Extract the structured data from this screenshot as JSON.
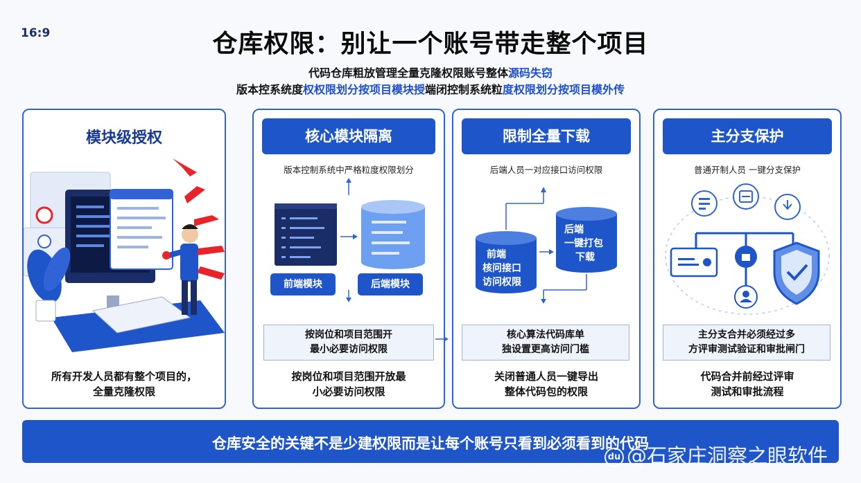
{
  "aspect_label": "16:9",
  "title": "仓库权限：别让一个账号带走整个项目",
  "subtitle_line1": {
    "plain": "代码仓库粗放管理全量克隆权限账号整体",
    "highlight": "源码失窃"
  },
  "subtitle_line2": {
    "plain_a": "版本控系统度",
    "highlight_a": "权权限划分按项目模块授",
    "plain_b": "端闭控制系统粒",
    "highlight_b": "度权限划分按项目模外传"
  },
  "panel1": {
    "title": "模块级授权",
    "bottom_text_1": "所有开发人员都有整个项目的，",
    "bottom_text_2": "全量克隆权限"
  },
  "panel2": {
    "header": "核心模块隔离",
    "caption": "版本控制系统中严格粒度权限划分",
    "left_module": "前端模块",
    "right_module": "后端模块",
    "note_1": "按岗位和项目范围开",
    "note_2": "最小必要访问权限",
    "bottom_text_1": "按岗位和项目范围开放最",
    "bottom_text_2": "小必要访问权限"
  },
  "panel3": {
    "header": "限制全量下载",
    "caption": "后端人员一对应接口访问权限",
    "left_cyl_1": "前端",
    "left_cyl_2": "核问接口",
    "left_cyl_3": "访问权限",
    "right_cyl_1": "后端",
    "right_cyl_2": "一键打包",
    "right_cyl_3": "下载",
    "note_1": "核心算法代码库单",
    "note_2": "独设置更高访问门槛",
    "bottom_text_1": "关闭普通人员一键导出",
    "bottom_text_2": "整体代码包的权限"
  },
  "panel4": {
    "header": "主分支保护",
    "caption": "普通开制人员 一键分支保护",
    "note_1": "主分支合并必须经过多",
    "note_2": "方评审测试验证和审批闸门",
    "bottom_text_1": "代码合并前经过评审",
    "bottom_text_2": "测试和审批流程"
  },
  "banner": "仓库安全的关键不是少建权限而是让每个账号只看到必须看到的代码",
  "watermark": {
    "logo": "du",
    "text": "@石家庄洞察之眼软件"
  },
  "colors": {
    "brand_blue": "#1e56c9",
    "dark_navy": "#1b2d66",
    "alert_red": "#e8232a"
  },
  "icons": [
    "monitor-icon",
    "person-icon",
    "alert-arrows-icon",
    "plant-icon",
    "shield-check-icon",
    "code-window-icon",
    "database-icon",
    "document-icon",
    "download-icon",
    "card-icon",
    "user-icon"
  ]
}
